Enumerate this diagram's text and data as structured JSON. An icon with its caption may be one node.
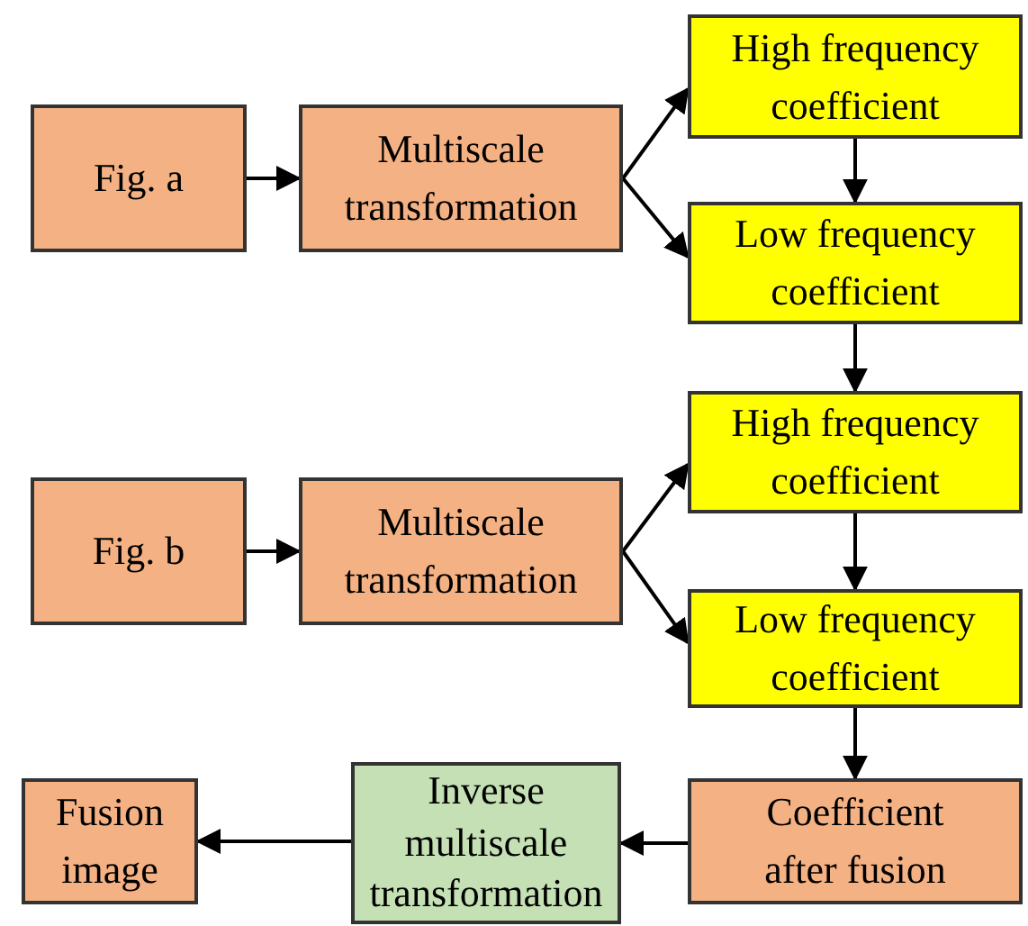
{
  "diagram": {
    "nodes": [
      {
        "text": [
          "Fig. a"
        ]
      },
      {
        "text": [
          "Multiscale transformation"
        ]
      },
      {
        "text": [
          "High frequency coefficient"
        ]
      },
      {
        "text": [
          "Low frequency coefficient"
        ]
      },
      {
        "text": [
          "Fig. b"
        ]
      },
      {
        "text": [
          "Multiscale transformation"
        ]
      },
      {
        "text": [
          "High frequency coefficient"
        ]
      },
      {
        "text": [
          "Low frequency coefficient"
        ]
      },
      {
        "text": [
          "Fusion image"
        ]
      },
      {
        "text": [
          "Inverse multiscale transformation"
        ]
      },
      {
        "text": [
          "Coefficient after fusion"
        ]
      }
    ],
    "edges": [
      {
        "from": 0,
        "to": 1,
        "arrow": "to"
      },
      {
        "from": 1,
        "to": 2,
        "arrow": "to"
      },
      {
        "from": 1,
        "to": 3,
        "arrow": "to"
      },
      {
        "from": 2,
        "to": 3,
        "arrow": "to"
      },
      {
        "from": 3,
        "to": 6,
        "arrow": "to"
      },
      {
        "from": 4,
        "to": 5,
        "arrow": "to"
      },
      {
        "from": 5,
        "to": 6,
        "arrow": "to"
      },
      {
        "from": 5,
        "to": 7,
        "arrow": "to"
      },
      {
        "from": 6,
        "to": 7,
        "arrow": "to"
      },
      {
        "from": 7,
        "to": 10,
        "arrow": "to"
      },
      {
        "from": 10,
        "to": 9,
        "arrow": "to"
      },
      {
        "from": 9,
        "to": 8,
        "arrow": "to"
      }
    ]
  }
}
